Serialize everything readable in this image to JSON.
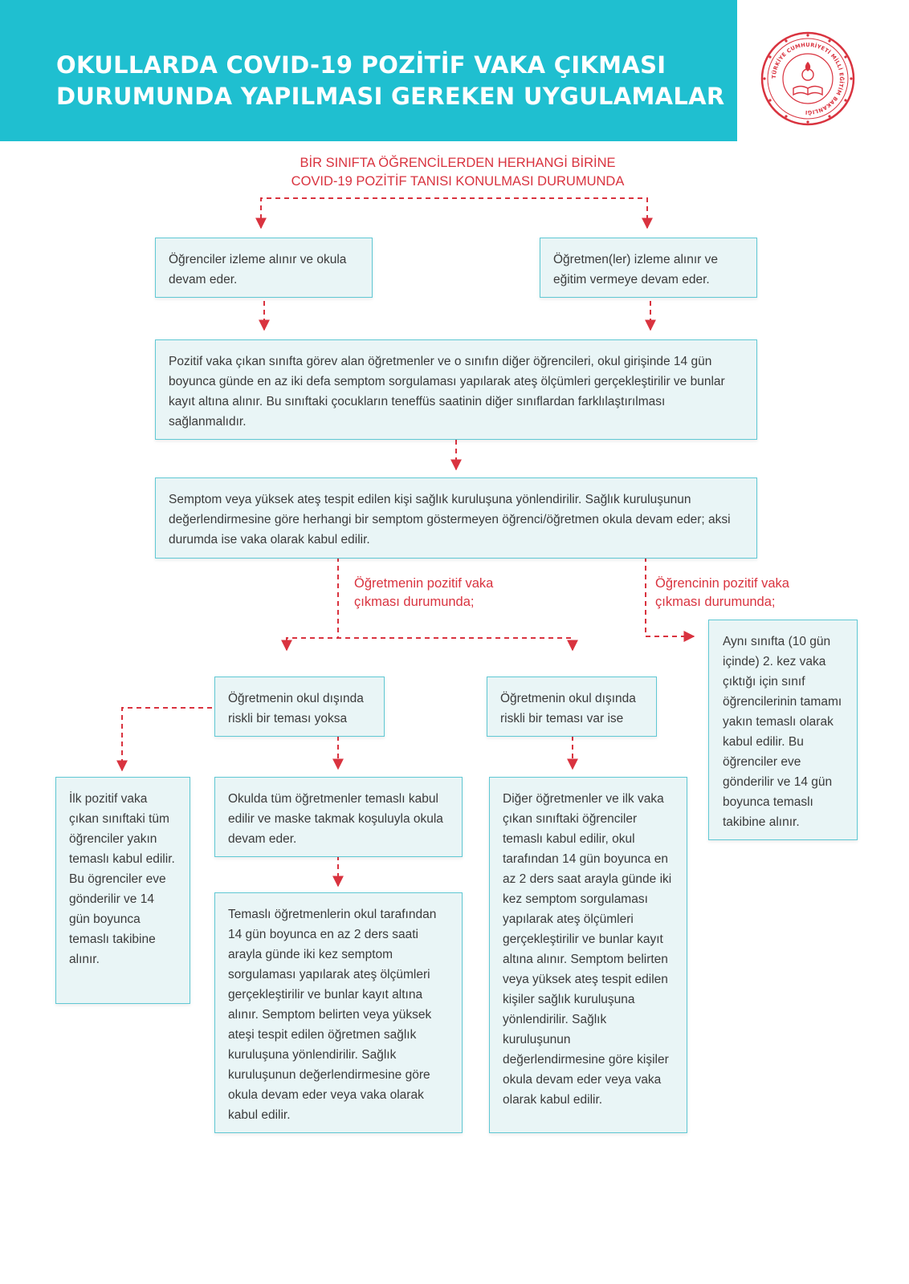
{
  "header": {
    "title_line1": "OKULLARDA COVID-19 POZİTİF VAKA ÇIKMASI",
    "title_line2": "DURUMUNDA YAPILMASI GEREKEN UYGULAMALAR",
    "bg_color": "#1fbfd0"
  },
  "logo": {
    "ring_text": "TÜRKİYE CUMHURİYETİ MİLLİ EĞİTİM BAKANLIĞI",
    "color": "#d9333f"
  },
  "flow": {
    "top_heading_line1": "BİR SINIFTA ÖĞRENCİLERDEN HERHANGİ BİRİNE",
    "top_heading_line2": "COVID-19 POZİTİF TANISI KONULMASI DURUMUNDA",
    "students_monitored": "Öğrenciler izleme alınır ve okula devam eder.",
    "teachers_monitored": "Öğretmen(ler) izleme alınır ve eğitim vermeye devam eder.",
    "class_symptom_check": "Pozitif vaka çıkan sınıfta görev alan öğretmenler ve o sınıfın diğer öğrencileri, okul girişinde 14 gün boyunca günde en az iki defa semptom sorgulaması yapılarak ateş ölçümleri gerçekleştirilir ve bunlar kayıt altına alınır. Bu sınıftaki çocukların teneffüs saatinin diğer sınıflardan farklılaştırılması sağlanmalıdır.",
    "symptom_referral": "Semptom veya yüksek ateş tespit edilen kişi sağlık kuruluşuna yönlendirilir. Sağlık kuruluşunun değerlendirmesine göre herhangi bir semptom göstermeyen öğrenci/öğretmen okula devam eder; aksi durumda ise vaka olarak kabul edilir.",
    "teacher_positive_label_line1": "Öğretmenin pozitif vaka",
    "teacher_positive_label_line2": "çıkması durumunda;",
    "student_positive_label_line1": "Öğrencinin pozitif vaka",
    "student_positive_label_line2": "çıkması durumunda;",
    "student_second_case": "Aynı sınıfta (10 gün içinde) 2. kez vaka çıktığı için sınıf öğrencilerinin tamamı yakın temaslı olarak kabul edilir. Bu öğrenciler eve gönderilir ve 14 gün boyunca temaslı takibine alınır.",
    "no_outside_contact": "Öğretmenin okul dışında riskli bir teması yoksa",
    "has_outside_contact": "Öğretmenin okul dışında riskli bir teması var ise",
    "first_class_students": "İlk pozitif vaka çıkan sınıftaki tüm öğrenciler yakın temaslı kabul edilir. Bu ögrenciler eve gönderilir ve 14 gün boyunca temaslı takibine alınır.",
    "all_teachers_contact": "Okulda tüm öğretmenler temaslı kabul edilir ve maske takmak koşuluyla okula devam eder.",
    "contact_teachers_followup": "Temaslı öğretmenlerin okul tarafından 14 gün boyunca en az 2 ders saati arayla günde iki kez semptom sorgulaması yapılarak ateş ölçümleri gerçekleştirilir ve bunlar kayıt altına alınır. Semptom belirten veya yüksek ateşi tespit edilen öğretmen sağlık kuruluşuna yönlendirilir. Sağlık kuruluşunun değerlendirmesine göre okula devam eder veya vaka olarak kabul edilir.",
    "other_teachers_followup": "Diğer öğretmenler ve ilk vaka çıkan sınıftaki öğrenciler temaslı kabul edilir, okul tarafından 14 gün boyunca en az 2 ders saat arayla günde iki kez semptom sorgulaması yapılarak ateş ölçümleri gerçekleştirilir ve bunlar kayıt altına alınır. Semptom belirten veya yüksek ateş tespit edilen kişiler sağlık kuruluşuna yönlendirilir. Sağlık kuruluşunun değerlendirmesine göre kişiler okula devam eder veya vaka olarak kabul edilir.",
    "accent_color": "#d9333f",
    "box_border_color": "#5fc8d4",
    "box_fill_color": "#e9f5f6"
  }
}
